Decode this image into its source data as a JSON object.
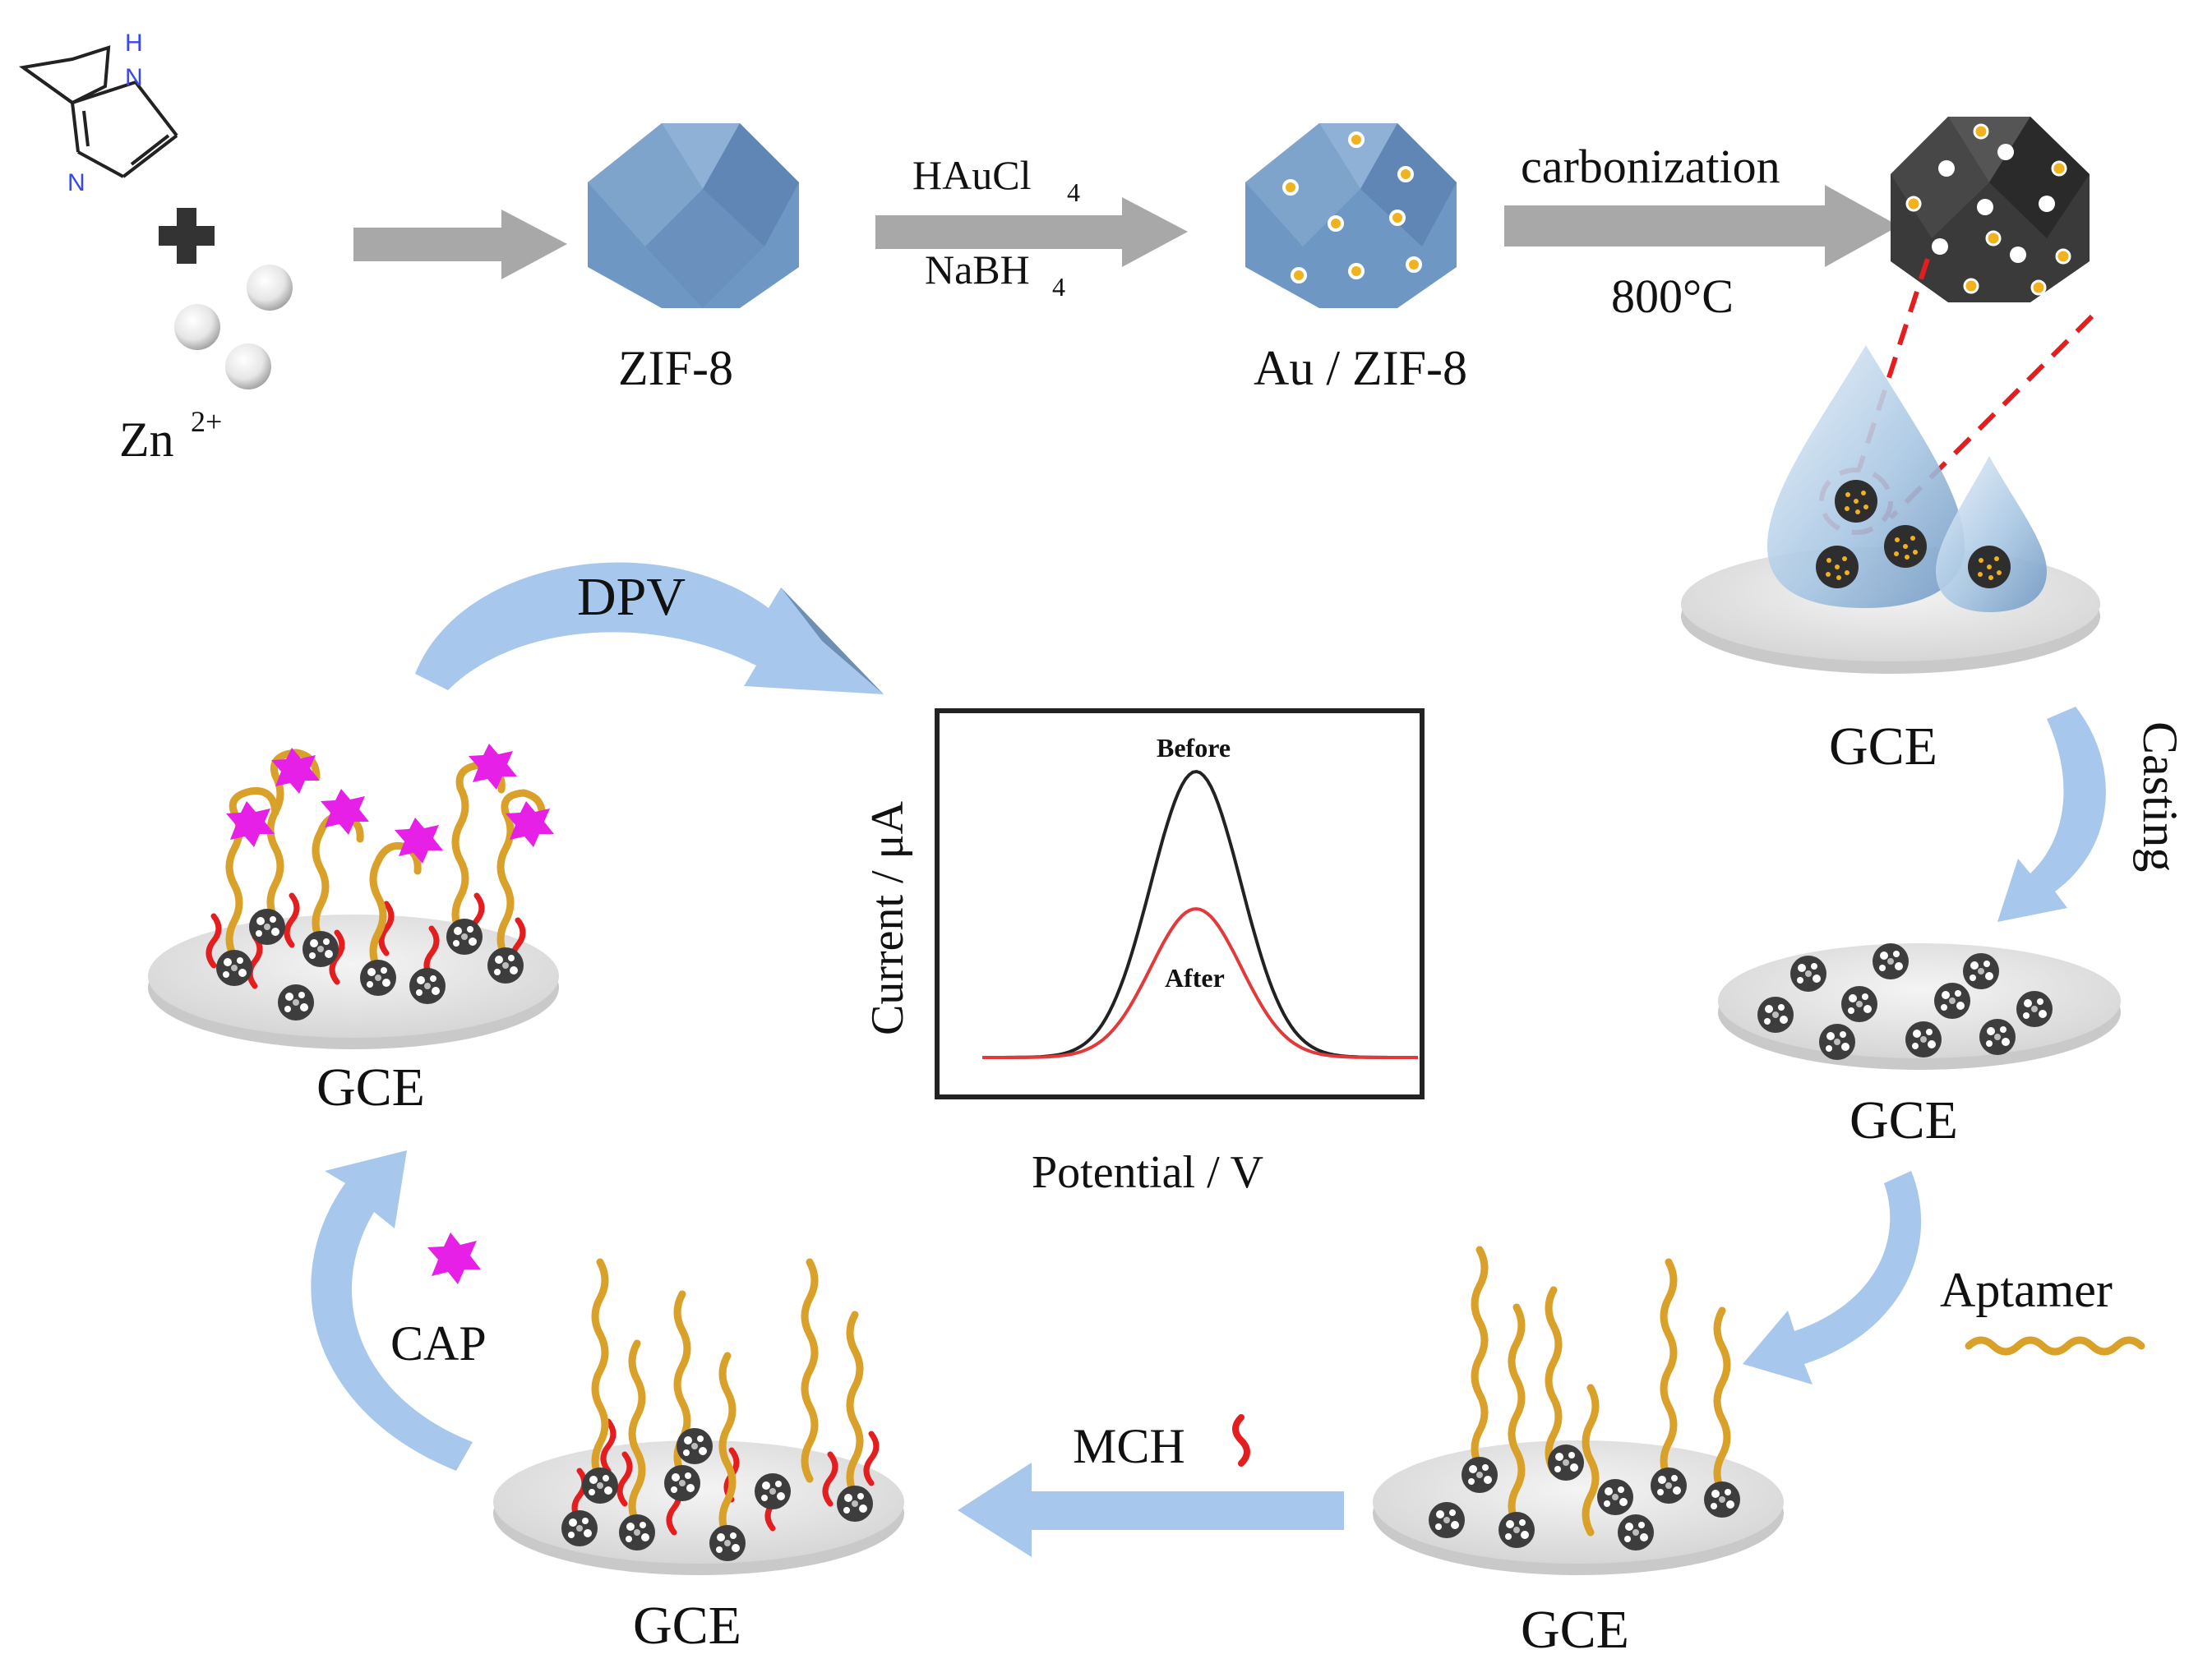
{
  "molecule": {
    "atom_nh_h": "H",
    "atom_nh_n": "N",
    "atom_n": "N"
  },
  "zinc_ion": {
    "label": "Zn",
    "charge": "2+"
  },
  "zif8": {
    "label": "ZIF-8"
  },
  "step_gold": {
    "reagent_top": "HAuCl",
    "reagent_top_sub": "4",
    "reagent_bottom": "NaBH",
    "reagent_bottom_sub": "4"
  },
  "au_zif8": {
    "label": "Au / ZIF-8"
  },
  "step_carbon": {
    "label_top": "carbonization",
    "label_bottom": "800°C"
  },
  "electrodes": {
    "gce_droplet": "GCE",
    "gce_cast": "GCE",
    "gce_aptamer": "GCE",
    "gce_mch": "GCE",
    "gce_cap": "GCE"
  },
  "steps": {
    "casting": "Casting",
    "aptamer": "Aptamer",
    "mch": "MCH",
    "cap": "CAP",
    "dpv": "DPV"
  },
  "colors": {
    "zif_blue": "#6f97c4",
    "carbon_dark": "#3a3a3a",
    "gold_dot": "#f2b21e",
    "aptamer": "#d9a02a",
    "mch": "#e41e1e",
    "cap": "#e620e6",
    "flow_arrow": "#a7c8ec",
    "synth_arrow": "#a8a8a8",
    "before_curve": "#222222",
    "after_curve": "#e23a3a"
  },
  "chart_data": {
    "type": "line",
    "title": "",
    "xlabel": "Potential / V",
    "ylabel": "Current / μA",
    "axis_ticks": false,
    "series": [
      {
        "name": "Before",
        "peak": 1.0,
        "baseline": 0.0
      },
      {
        "name": "After",
        "peak": 0.52,
        "baseline": 0.0
      }
    ],
    "annotations": [
      "Before",
      "After"
    ]
  }
}
